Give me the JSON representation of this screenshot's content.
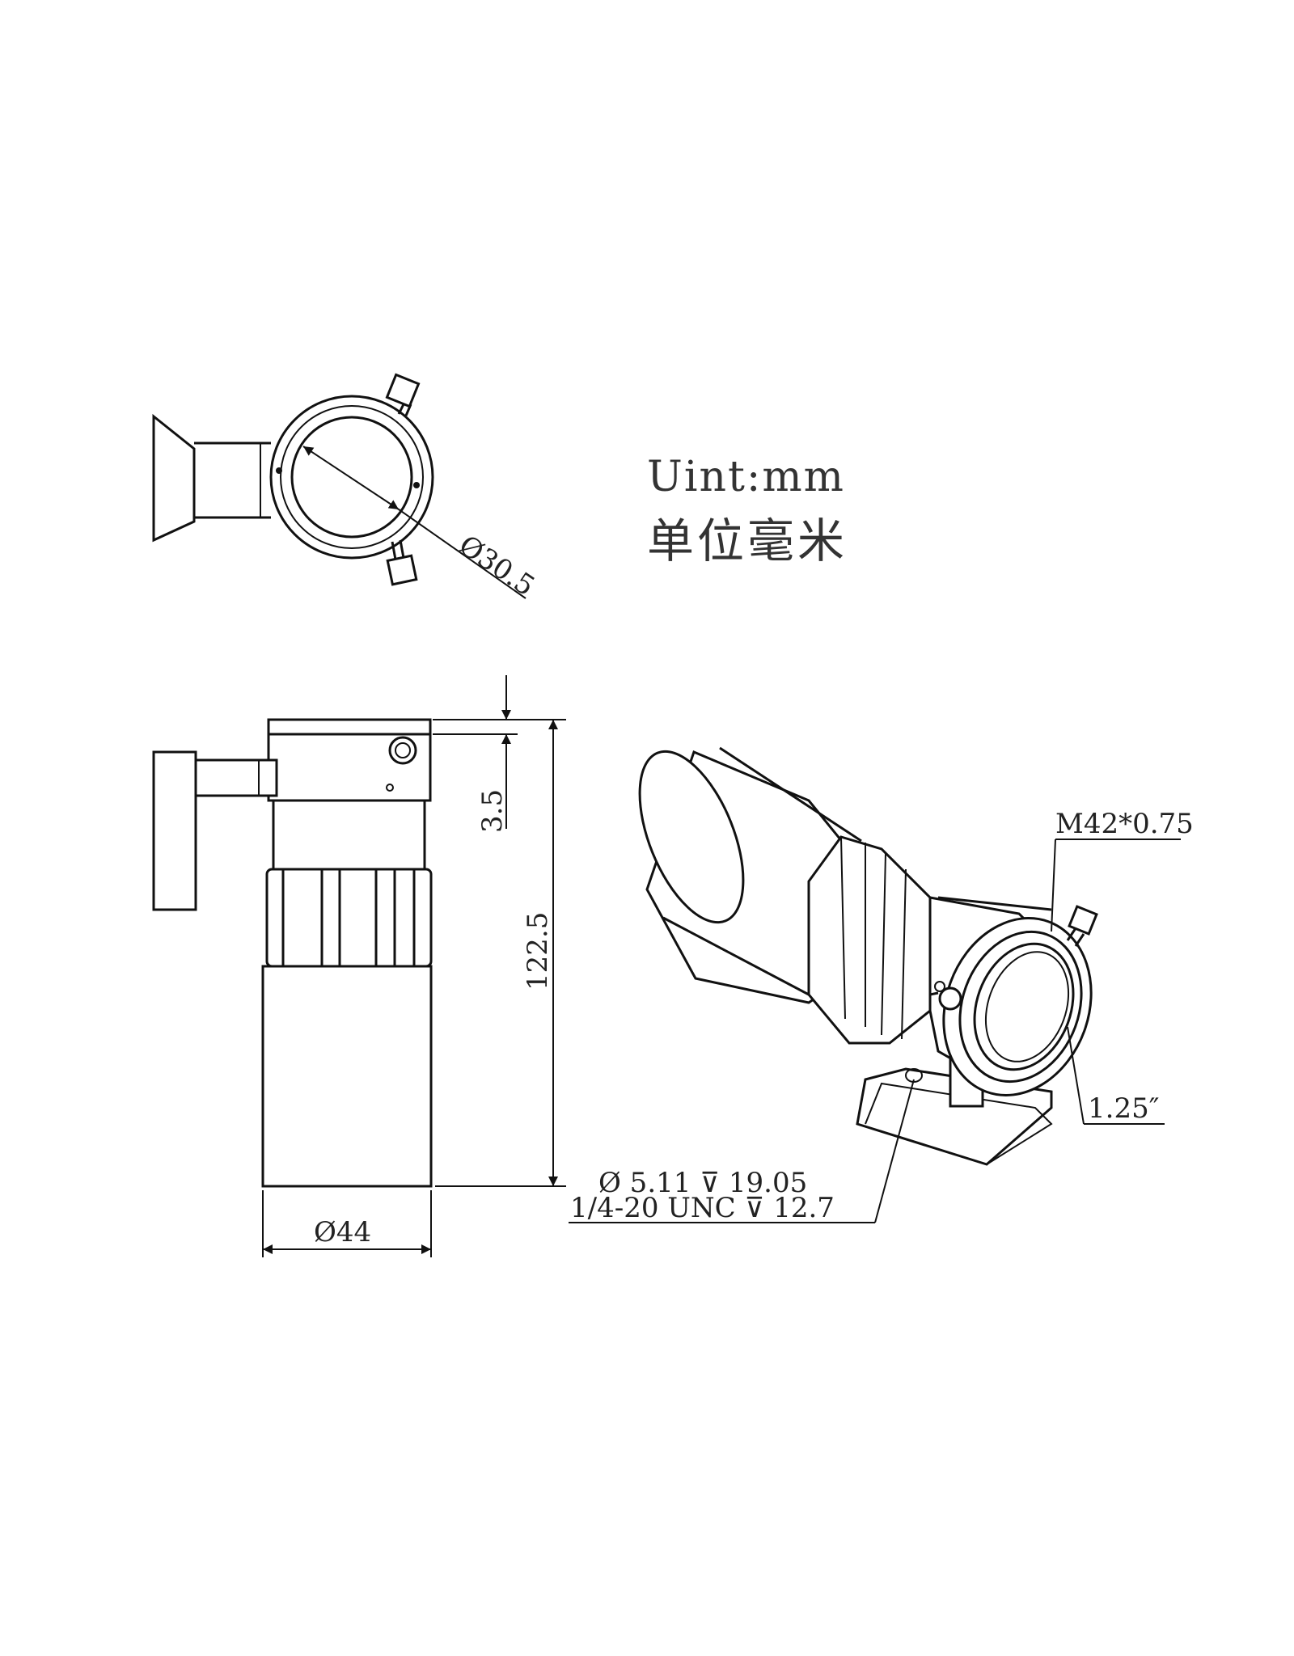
{
  "units": {
    "english": "Uint:mm",
    "chinese": "单位毫米"
  },
  "dimensions": {
    "inner_diameter": "Ø30.5",
    "top_offset": "3.5",
    "overall_length": "122.5",
    "outer_diameter": "Ø44",
    "thread": "M42*0.75",
    "eyepiece_size": "1.25″",
    "hole_line1": "Ø 5.11 ⊽ 19.05",
    "hole_line2": "1/4-20 UNC  ⊽ 12.7"
  }
}
